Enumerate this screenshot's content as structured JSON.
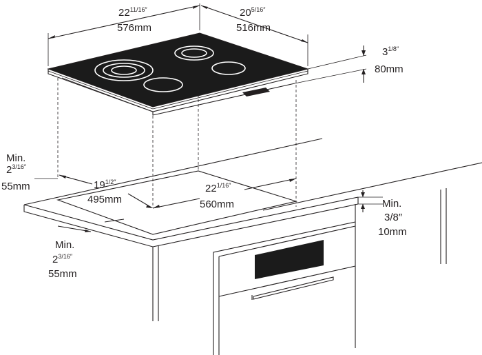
{
  "colors": {
    "line": "#231f20",
    "glass": "#1b1b1b",
    "background": "#ffffff"
  },
  "dimensions": {
    "width_overall": {
      "whole": "22",
      "frac": "11/16",
      "unit": "″",
      "metric": "576mm"
    },
    "depth_overall": {
      "whole": "20",
      "frac": "5/16",
      "unit": "″",
      "metric": "516mm"
    },
    "height": {
      "whole": "3",
      "frac": "1/8",
      "unit": "″",
      "metric": "80mm"
    },
    "cutout_depth": {
      "whole": "19",
      "frac": "1/2",
      "unit": "″",
      "metric": "495mm"
    },
    "cutout_width": {
      "whole": "22",
      "frac": "1/16",
      "unit": "″",
      "metric": "560mm"
    },
    "min_back": {
      "min": "Min.",
      "whole": "2",
      "frac": "3/16",
      "unit": "″",
      "metric": "55mm"
    },
    "min_front": {
      "min": "Min.",
      "whole": "2",
      "frac": "3/16",
      "unit": "″",
      "metric": "55mm"
    },
    "min_counter": {
      "min": "Min.",
      "imperial": "3/8″",
      "metric": "10mm"
    }
  }
}
